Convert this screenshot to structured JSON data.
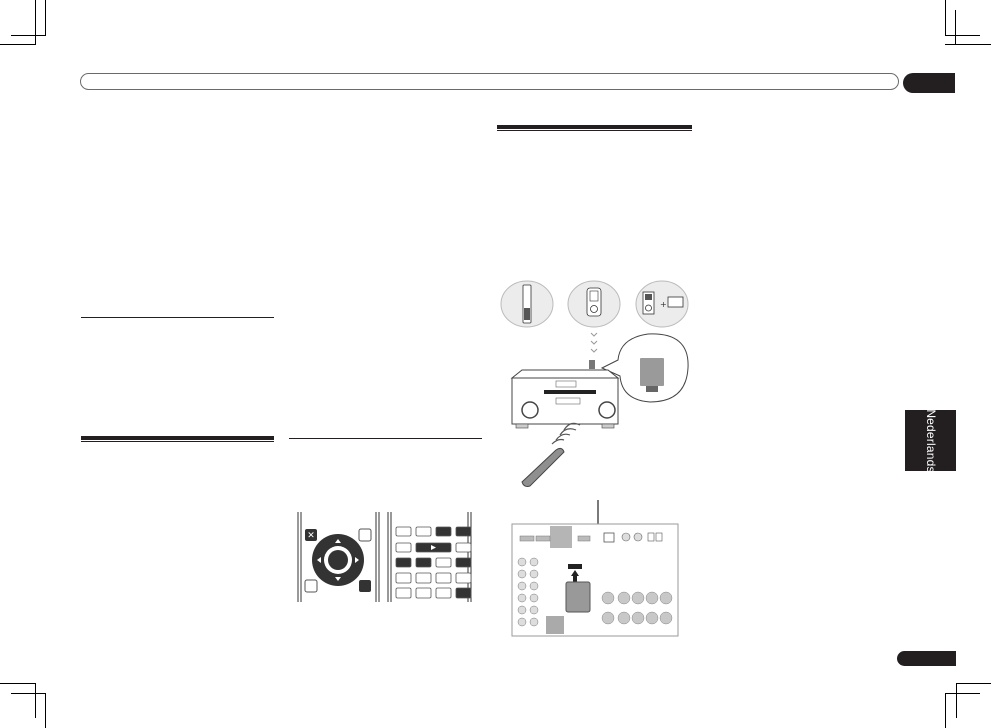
{
  "page": {
    "language_tab": "Nederlands",
    "colors": {
      "ink": "#231f20",
      "header_border": "#6b6b6b",
      "illustration_gray": "#9a9a9a",
      "illustration_light": "#e6e6e6"
    }
  },
  "left_column": {
    "section_rules": [
      "thin-rule",
      "double-rule"
    ]
  },
  "middle_column": {
    "section_rules": [
      "thin-rule"
    ],
    "remote_illustration": {
      "left_panel_buttons": [
        "close",
        "edit",
        "home",
        "return"
      ],
      "dpad_arrows": [
        "up",
        "down",
        "left",
        "right"
      ],
      "right_panel_rows": 5
    }
  },
  "right_column": {
    "section_rules": [
      "double-rule"
    ],
    "devices": [
      "mobile-phone",
      "portable-player",
      "ipod-plus-adapter"
    ],
    "receiver_diagram": "receiver-with-bluetooth-adapter",
    "rear_panel_diagram": "adapter-port-connection"
  }
}
